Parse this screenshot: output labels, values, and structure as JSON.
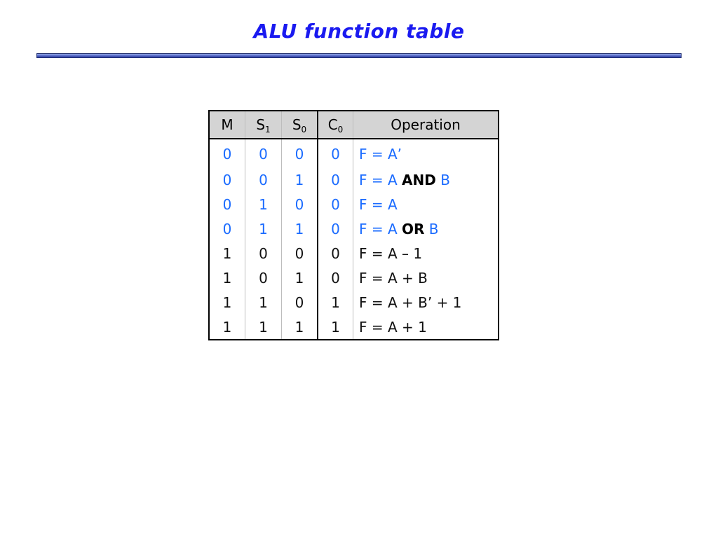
{
  "title": "ALU function table",
  "colors": {
    "title": "#1a1af0",
    "logic_rows": "#1a6bff",
    "arith_rows": "#111111",
    "header_bg": "#d4d4d4"
  },
  "table": {
    "headers": {
      "m": "M",
      "s1_base": "S",
      "s1_sub": "1",
      "s0_base": "S",
      "s0_sub": "0",
      "c0_base": "C",
      "c0_sub": "0",
      "op": "Operation"
    },
    "rows": [
      {
        "m": "0",
        "s1": "0",
        "s0": "0",
        "c0": "0",
        "op_a": "F = A’",
        "op_kw": "",
        "op_b": ""
      },
      {
        "m": "0",
        "s1": "0",
        "s0": "1",
        "c0": "0",
        "op_a": "F = A ",
        "op_kw": "AND",
        "op_b": " B"
      },
      {
        "m": "0",
        "s1": "1",
        "s0": "0",
        "c0": "0",
        "op_a": "F = A",
        "op_kw": "",
        "op_b": ""
      },
      {
        "m": "0",
        "s1": "1",
        "s0": "1",
        "c0": "0",
        "op_a": "F = A ",
        "op_kw": "OR",
        "op_b": " B"
      },
      {
        "m": "1",
        "s1": "0",
        "s0": "0",
        "c0": "0",
        "op_a": "F = A – 1",
        "op_kw": "",
        "op_b": ""
      },
      {
        "m": "1",
        "s1": "0",
        "s0": "1",
        "c0": "0",
        "op_a": "F = A + B",
        "op_kw": "",
        "op_b": ""
      },
      {
        "m": "1",
        "s1": "1",
        "s0": "0",
        "c0": "1",
        "op_a": "F = A + B’ + 1",
        "op_kw": "",
        "op_b": ""
      },
      {
        "m": "1",
        "s1": "1",
        "s0": "1",
        "c0": "1",
        "op_a": "F = A + 1",
        "op_kw": "",
        "op_b": ""
      }
    ]
  }
}
